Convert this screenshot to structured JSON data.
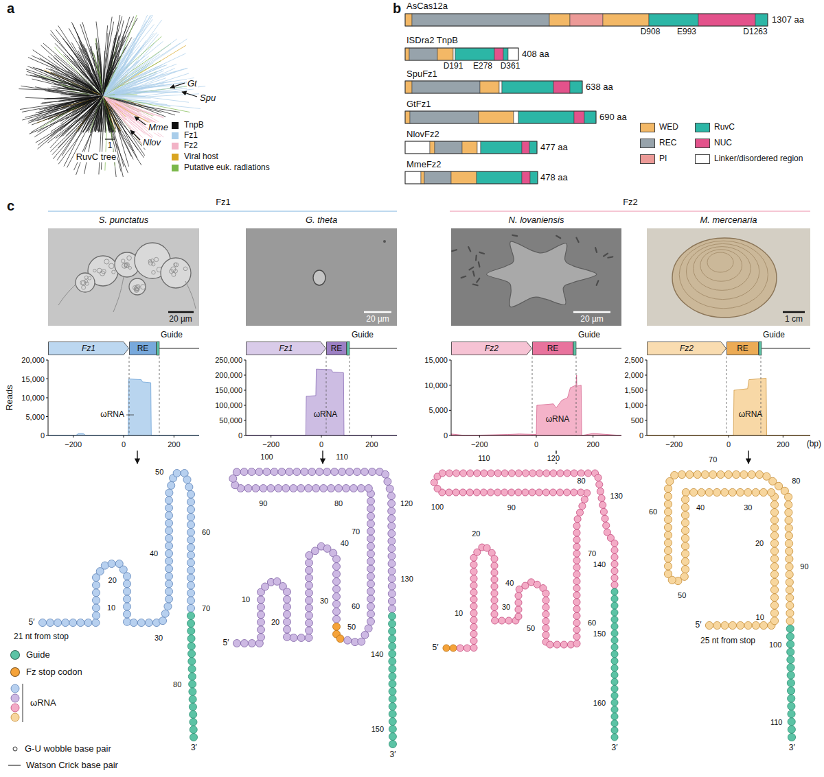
{
  "diagram": {
    "nodes": [
      {
        "text": [
          "Fz1"
        ]
      },
      {
        "text": [
          "RE"
        ]
      },
      {
        "text": [
          "Fz1"
        ]
      },
      {
        "text": [
          "RE"
        ]
      },
      {
        "text": [
          "Fz2"
        ]
      },
      {
        "text": [
          "RE"
        ]
      },
      {
        "text": [
          "Fz2"
        ]
      },
      {
        "text": [
          "RE"
        ]
      }
    ],
    "labels": [
      "a",
      "b",
      "c",
      "Gt",
      "Spu",
      "Mme",
      "Nlov",
      "1",
      "RuvC tree",
      "AsCas12a",
      "1307 aa",
      "D908",
      "E993",
      "D1263",
      "ISDra2 TnpB",
      "408 aa",
      "D191",
      "E278",
      "D361",
      "SpuFz1",
      "638 aa",
      "GtFz1",
      "690 aa",
      "NlovFz2",
      "477 aa",
      "MmeFz2",
      "478 aa",
      "Fz1",
      "Fz2",
      "S. punctatus",
      "G. theta",
      "N. lovaniensis",
      "M. mercenaria",
      "20 µm",
      "20 µm",
      "20 µm",
      "1 cm",
      "Guide",
      "Guide",
      "Guide",
      "Guide",
      "Reads",
      "ωRNA",
      "ωRNA",
      "ωRNA",
      "ωRNA",
      "(bp)",
      "21 nt from stop",
      "25 nt from stop",
      "0",
      "5,000",
      "10,000",
      "15,000",
      "20,000",
      "0",
      "50,000",
      "100,000",
      "150,000",
      "200,000",
      "250,000",
      "0",
      "5,000",
      "10,000",
      "15,000",
      "0",
      "500",
      "1,000",
      "1,500",
      "2,000",
      "2,500",
      "−200",
      "0",
      "200",
      "−200",
      "0",
      "200",
      "−200",
      "0",
      "200",
      "−200",
      "0",
      "200",
      "5′",
      "10",
      "20",
      "30",
      "40",
      "50",
      "60",
      "70",
      "80",
      "3′",
      "5′",
      "10",
      "20",
      "30",
      "40",
      "50",
      "60",
      "70",
      "80",
      "90",
      "100",
      "110",
      "120",
      "130",
      "140",
      "150",
      "3′",
      "5′",
      "10",
      "20",
      "30",
      "40",
      "50",
      "60",
      "70",
      "80",
      "90",
      "100",
      "110",
      "120",
      "130",
      "140",
      "150",
      "160",
      "3′",
      "5′",
      "10",
      "20",
      "30",
      "40",
      "50",
      "60",
      "70",
      "80",
      "90",
      "100",
      "110",
      "3′"
    ],
    "legend": [
      {
        "text": "TnpB",
        "color": "#111111"
      },
      {
        "text": "Fz1",
        "color": "#a9cdea"
      },
      {
        "text": "Fz2",
        "color": "#f2b3c6"
      },
      {
        "text": "Viral host",
        "color": "#d9a521"
      },
      {
        "text": "Putative euk. radiations",
        "color": "#7bb84a"
      },
      {
        "text": "WED",
        "color": "#f3b866"
      },
      {
        "text": "REC",
        "color": "#97a3ab"
      },
      {
        "text": "PI",
        "color": "#ec9a97"
      },
      {
        "text": "RuvC",
        "color": "#2cb6a6"
      },
      {
        "text": "NUC",
        "color": "#e3528b"
      },
      {
        "text": "Linker/disordered region",
        "color": "#ffffff"
      },
      {
        "text": "Guide",
        "color": "#5cc3a5"
      },
      {
        "text": "Fz stop codon",
        "color": "#f5a33a"
      },
      {
        "text": "ωRNA"
      },
      {
        "text": "G-U wobble base pair"
      },
      {
        "text": "Watson Crick base pair"
      }
    ]
  }
}
